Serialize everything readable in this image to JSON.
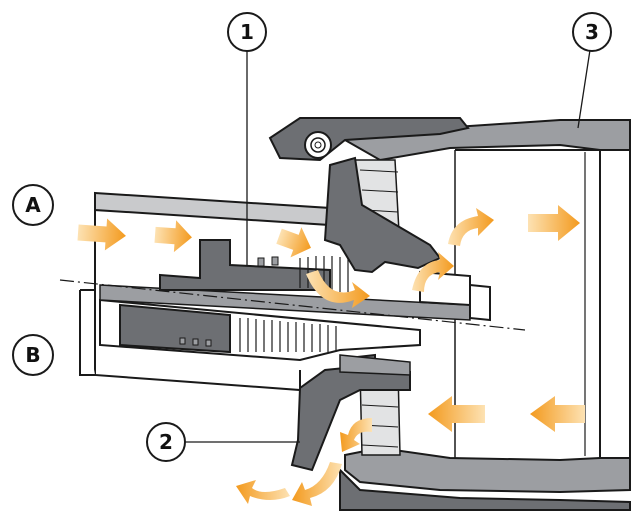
{
  "callouts": [
    {
      "id": "1",
      "text": "1"
    },
    {
      "id": "2",
      "text": "2"
    },
    {
      "id": "3",
      "text": "3"
    }
  ],
  "positions": [
    {
      "id": "A",
      "text": "A"
    },
    {
      "id": "B",
      "text": "B"
    }
  ],
  "colors": {
    "outline": "#1a1a1a",
    "body_fill": "#ffffff",
    "part_dark": "#6d6f73",
    "part_mid": "#9c9ea2",
    "part_light": "#c9cacc",
    "flow_arrow": "#f5a623",
    "flow_arrow_light": "#fbd9a4"
  },
  "icons": {
    "flow": "flow-arrow-icon",
    "pin": "pivot-pin-icon"
  }
}
